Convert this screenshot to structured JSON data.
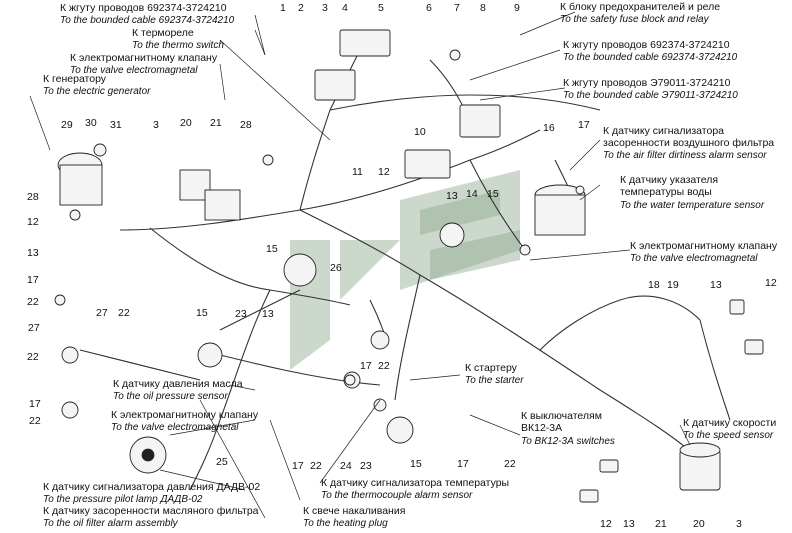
{
  "callouts": [
    {
      "id": "bounded-cable-692374-top",
      "ru": "К жгуту проводов 692374-3724210",
      "en": "To the bounded cable 692374-3724210"
    },
    {
      "id": "thermo-switch",
      "ru": "К термореле",
      "en": "To the thermo switch"
    },
    {
      "id": "valve-electromagnetal-top",
      "ru": "К электромагнитному клапану",
      "en": "To the valve electromagnetal"
    },
    {
      "id": "electric-generator",
      "ru": "К генератору",
      "en": "To the electric generator"
    },
    {
      "id": "safety-fuse-block",
      "ru": "К блоку предохранителей и реле",
      "en": "To the safety fuse block and relay"
    },
    {
      "id": "bounded-cable-692374-right",
      "ru": "К жгуту проводов 692374-3724210",
      "en": "To the bounded cable 692374-3724210"
    },
    {
      "id": "bounded-cable-e79011",
      "ru": "К жгуту проводов Э79011-3724210",
      "en": "To the bounded cable Э79011-3724210"
    },
    {
      "id": "air-filter-sensor",
      "ru": "К датчику сигнализатора засоренности воздушного фильтра",
      "ru_line1": "К датчику сигнализатора",
      "ru_line2": "засоренности воздушного фильтра",
      "en": "To the air filter dirtiness alarm sensor"
    },
    {
      "id": "water-temp-sensor",
      "ru_line1": "К датчику указателя",
      "ru_line2": "температуры воды",
      "en": "To the water temperature sensor"
    },
    {
      "id": "valve-electromagnetal-right",
      "ru": "К электромагнитному клапану",
      "en": "To the valve electromagnetal"
    },
    {
      "id": "starter",
      "ru": "К стартеру",
      "en": "To the starter"
    },
    {
      "id": "oil-pressure-sensor",
      "ru": "К датчику давления масла",
      "en": "To the oil pressure sensor"
    },
    {
      "id": "valve-electromagnetal-left",
      "ru": "К электромагнитному клапану",
      "en": "To the valve electromagnetal"
    },
    {
      "id": "bk12-switches",
      "ru_line1": "К выключателям",
      "ru_line2": "ВК12-3А",
      "en": "To ВК12-3А switches"
    },
    {
      "id": "speed-sensor",
      "ru": "К датчику скорости",
      "en": "To the speed sensor"
    },
    {
      "id": "pressure-pilot-lamp",
      "ru": "К датчику сигнализатора давления ДАДВ-02",
      "en": "To the pressure pilot lamp ДАДВ-02"
    },
    {
      "id": "thermocouple-alarm",
      "ru": "К датчику сигнализатора температуры",
      "en": "To the thermocouple alarm sensor"
    },
    {
      "id": "oil-filter-alarm",
      "ru": "К датчику засоренности масляного фильтра",
      "en": "To the oil filter alarm assembly"
    },
    {
      "id": "heating-plug",
      "ru": "К свече накаливания",
      "en": "To the heating plug"
    }
  ],
  "numbers": [
    "1",
    "2",
    "3",
    "4",
    "5",
    "6",
    "7",
    "8",
    "9",
    "10",
    "11",
    "12",
    "13",
    "14",
    "15",
    "16",
    "17",
    "18",
    "19",
    "20",
    "21",
    "22",
    "23",
    "24",
    "25",
    "26",
    "27",
    "28",
    "29",
    "30",
    "31"
  ]
}
